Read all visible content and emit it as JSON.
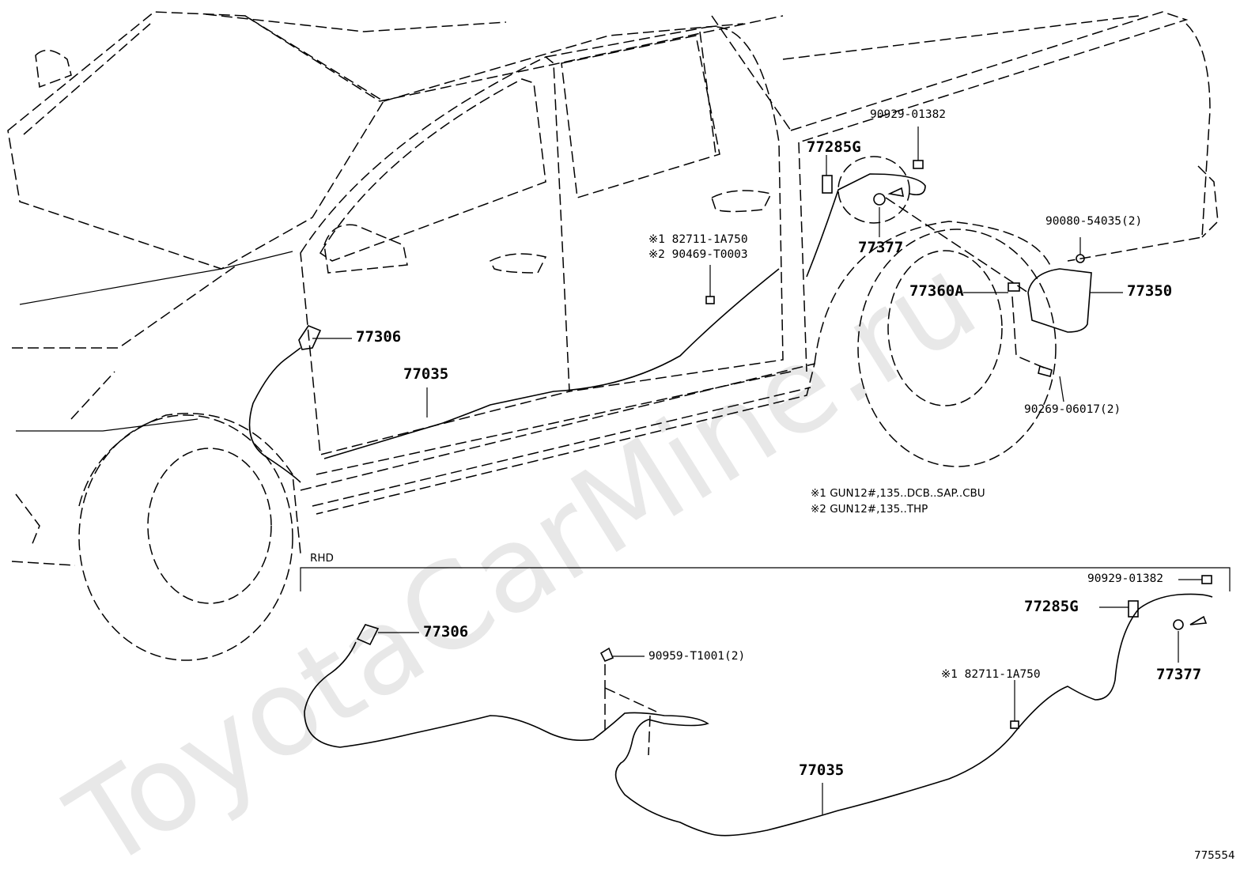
{
  "watermark": "ToyotaCarMine.ru",
  "diagram_id": "775554",
  "section_label": "RHD",
  "upper": {
    "p77306": "77306",
    "p77035": "77035",
    "p77285G": "77285G",
    "p90929": "90929-01382",
    "p77377": "77377",
    "p90080": "90080-54035(2)",
    "p77360A": "77360A",
    "p77350": "77350",
    "p90269": "90269-06017(2)",
    "alt1": "※1 82711-1A750",
    "alt2": "※2 90469-T0003"
  },
  "notes": {
    "note1": "※1 GUN12#,135..DCB..SAP..CBU",
    "note2": "※2 GUN12#,135..THP"
  },
  "lower": {
    "p77306": "77306",
    "p90959": "90959-T1001(2)",
    "p90929": "90929-01382",
    "p77285G": "77285G",
    "p77377": "77377",
    "alt1": "※1 82711-1A750",
    "p77035": "77035"
  }
}
